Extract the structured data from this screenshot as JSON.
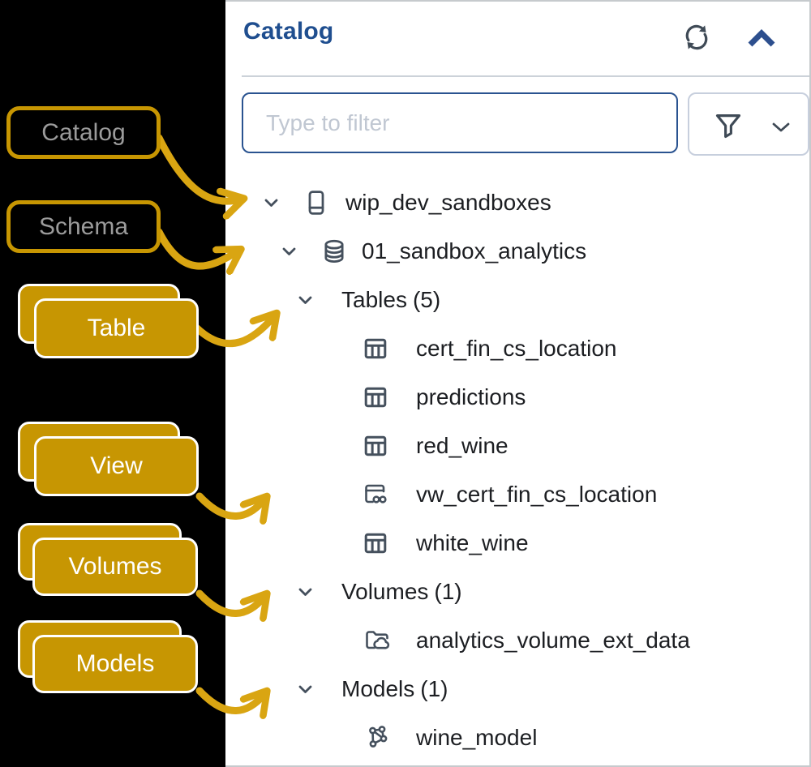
{
  "panel": {
    "title": "Catalog",
    "filter": {
      "placeholder": "Type to filter"
    },
    "icons": [
      "refresh-icon",
      "chevron-up-icon",
      "funnel-icon",
      "chevron-down-icon"
    ]
  },
  "tree": {
    "rows": [
      {
        "type": "catalog",
        "label": "wip_dev_sandboxes"
      },
      {
        "type": "schema",
        "label": "01_sandbox_analytics"
      },
      {
        "type": "group",
        "label": "Tables",
        "count_label": "(5)"
      },
      {
        "type": "table",
        "label": "cert_fin_cs_location"
      },
      {
        "type": "table",
        "label": "predictions"
      },
      {
        "type": "table",
        "label": "red_wine"
      },
      {
        "type": "view",
        "label": "vw_cert_fin_cs_location"
      },
      {
        "type": "table",
        "label": "white_wine"
      },
      {
        "type": "group",
        "label": "Volumes",
        "count_label": "(1)"
      },
      {
        "type": "volume",
        "label": "analytics_volume_ext_data"
      },
      {
        "type": "group",
        "label": "Models",
        "count_label": "(1)"
      },
      {
        "type": "model",
        "label": "wine_model"
      }
    ]
  },
  "annotations": {
    "catalog": "Catalog",
    "schema": "Schema",
    "table": "Table",
    "view": "View",
    "volumes": "Volumes",
    "models": "Models"
  },
  "colors": {
    "gold_fill": "#c79602",
    "arrow_gold": "#d9a512",
    "title_navy": "#1f4e8f",
    "input_border_navy": "#2a5390",
    "icon_slate": "#45505d",
    "note_text_gray": "#9b9b9b",
    "tree_text": "#1c1e22"
  }
}
